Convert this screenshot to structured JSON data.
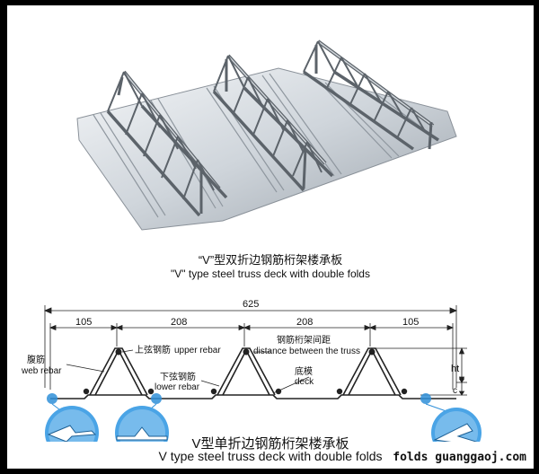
{
  "top_figure": {
    "caption_cn": "“V”型双折边钢筋桁架楼承板",
    "caption_en": "\"V\" type  steel truss deck with double folds"
  },
  "section": {
    "total_width": "625",
    "spans": [
      "105",
      "208",
      "208",
      "105"
    ],
    "labels": {
      "web_cn": "腹筋",
      "web_en": "web rebar",
      "upper_cn": "上弦钢筋",
      "upper_en": "upper rebar",
      "lower_cn": "下弦钢筋",
      "lower_en": "lower rebar",
      "dist_cn": "钢筋桁架间距",
      "dist_en": "distance between the truss",
      "deck_cn": "底模",
      "deck_en": "deck",
      "height": "ht",
      "cover": "c"
    },
    "caption_cn": "V型单折边钢筋桁架楼承板",
    "caption_en": "V type  steel truss deck with double folds"
  },
  "watermark": "folds guanggaoj.com",
  "colors": {
    "steel_light": "#e4e8ec",
    "steel_dark": "#7c848c",
    "detail_blue": "#2f8fd8"
  }
}
